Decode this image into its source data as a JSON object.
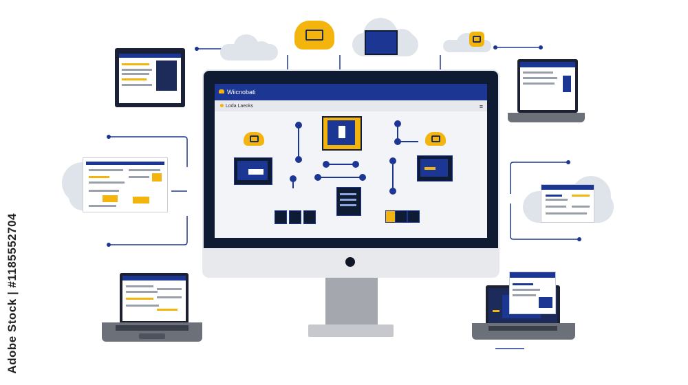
{
  "screen": {
    "header_title": "Wiicnobati",
    "subbar_label": "Loda Laeoks"
  },
  "watermark": {
    "side_text": "Adobe Stock | #1185552704"
  },
  "colors": {
    "navy": "#1c3793",
    "gold": "#f2b40d",
    "dark": "#0f1a33",
    "cloud": "#dfe3ea"
  }
}
